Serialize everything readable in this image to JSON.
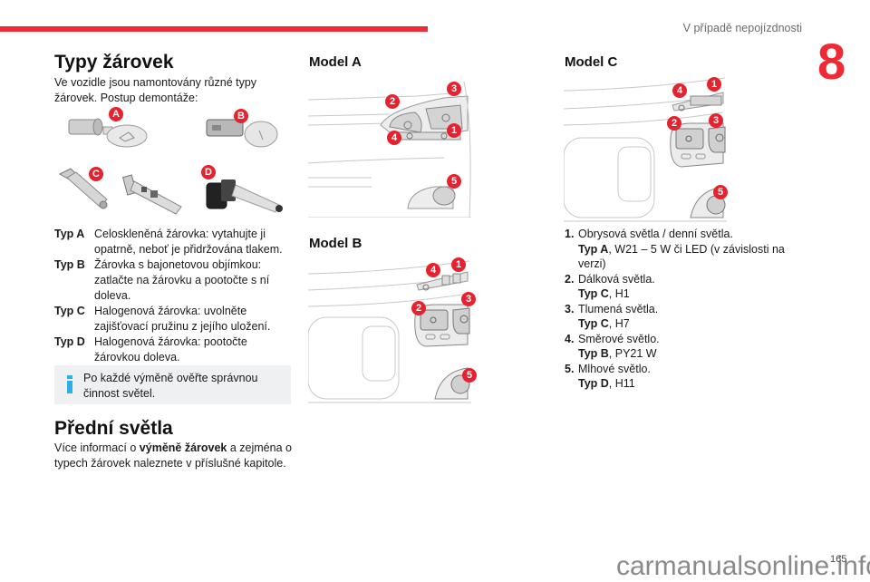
{
  "header": {
    "running_head": "V případě nepojízdnosti",
    "chapter_number": "8",
    "accent_color": "#ee2a35"
  },
  "left": {
    "title": "Typy žárovek",
    "intro": "Ve vozidle jsou namontovány různé typy žárovek. Postup demontáže:",
    "bulb_labels": [
      "A",
      "B",
      "C",
      "D"
    ],
    "types": [
      {
        "key": "Typ A",
        "text": "Celoskleněná žárovka: vytahujte ji opatrně, neboť je přidržována tlakem."
      },
      {
        "key": "Typ B",
        "text": "Žárovka s bajonetovou objímkou: zatlačte na žárovku a pootočte s ní doleva."
      },
      {
        "key": "Typ C",
        "text": "Halogenová žárovka: uvolněte zajišťovací pružinu z jejího uložení."
      },
      {
        "key": "Typ D",
        "text": "Halogenová žárovka: pootočte žárovkou doleva."
      }
    ],
    "info_box": {
      "icon": "info-icon",
      "text": "Po každé výměně ověřte správnou činnost světel."
    },
    "section2_title": "Přední světla",
    "section2_text_pre": "Více informací o ",
    "section2_text_bold": "výměně žárovek",
    "section2_text_post": " a zejména o typech žárovek naleznete v příslušné kapitole."
  },
  "middle": {
    "model_a": {
      "title": "Model A",
      "callouts": [
        "1",
        "2",
        "3",
        "4",
        "5"
      ]
    },
    "model_b": {
      "title": "Model B",
      "callouts": [
        "1",
        "2",
        "3",
        "4",
        "5"
      ]
    }
  },
  "right": {
    "model_c": {
      "title": "Model C",
      "callouts": [
        "1",
        "2",
        "3",
        "4",
        "5"
      ]
    },
    "items": [
      {
        "num": "1.",
        "name": "Obrysová světla / denní světla.",
        "type": "Typ A",
        "spec": ", W21 – 5 W či LED (v závislosti na verzi)"
      },
      {
        "num": "2.",
        "name": "Dálková světla.",
        "type": "Typ C",
        "spec": ", H1"
      },
      {
        "num": "3.",
        "name": "Tlumená světla.",
        "type": "Typ C",
        "spec": ", H7"
      },
      {
        "num": "4.",
        "name": "Směrové světlo.",
        "type": "Typ B",
        "spec": ", PY21 W"
      },
      {
        "num": "5.",
        "name": "Mlhové světlo.",
        "type": "Typ D",
        "spec": ", H11"
      }
    ]
  },
  "footer": {
    "page_number": "165",
    "watermark": "carmanualsonline.info"
  }
}
